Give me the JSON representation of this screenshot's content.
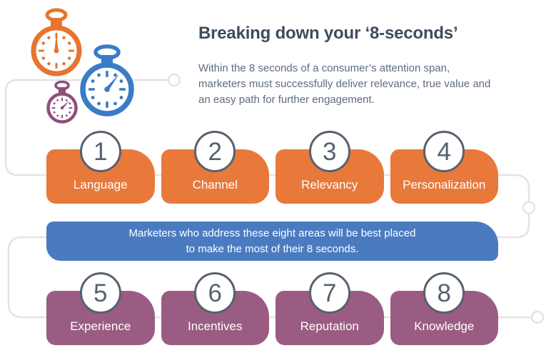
{
  "header": {
    "title": "Breaking down your ‘8-seconds’",
    "intro": "Within the 8 seconds of a consumer’s attention span,\nmarketers must successfully deliver relevance, true value and\nan easy path for further engagement."
  },
  "banner": {
    "text": "Marketers who address these eight areas will be best placed\nto make the most of their 8 seconds."
  },
  "steps": [
    {
      "number": "1",
      "label": "Language"
    },
    {
      "number": "2",
      "label": "Channel"
    },
    {
      "number": "3",
      "label": "Relevancy"
    },
    {
      "number": "4",
      "label": "Personalization"
    },
    {
      "number": "5",
      "label": "Experience"
    },
    {
      "number": "6",
      "label": "Incentives"
    },
    {
      "number": "7",
      "label": "Reputation"
    },
    {
      "number": "8",
      "label": "Knowledge"
    }
  ],
  "icons": {
    "stopwatches": [
      {
        "name": "orange-stopwatch-icon",
        "color": "#e8742e",
        "time": "12:00"
      },
      {
        "name": "blue-stopwatch-icon",
        "color": "#3a7cc6",
        "time": "1:05"
      },
      {
        "name": "purple-stopwatch-icon",
        "color": "#8e4f7c",
        "time": "1:30"
      }
    ]
  },
  "colors": {
    "step_top": "#e8793b",
    "step_bottom": "#9a5c82",
    "banner": "#4a7bc0",
    "badge_border": "#57616e",
    "connector_line": "#e4e4e6",
    "title_text": "#3e4c5e",
    "body_text": "#5d6c81",
    "label_text": "#ffffff"
  }
}
